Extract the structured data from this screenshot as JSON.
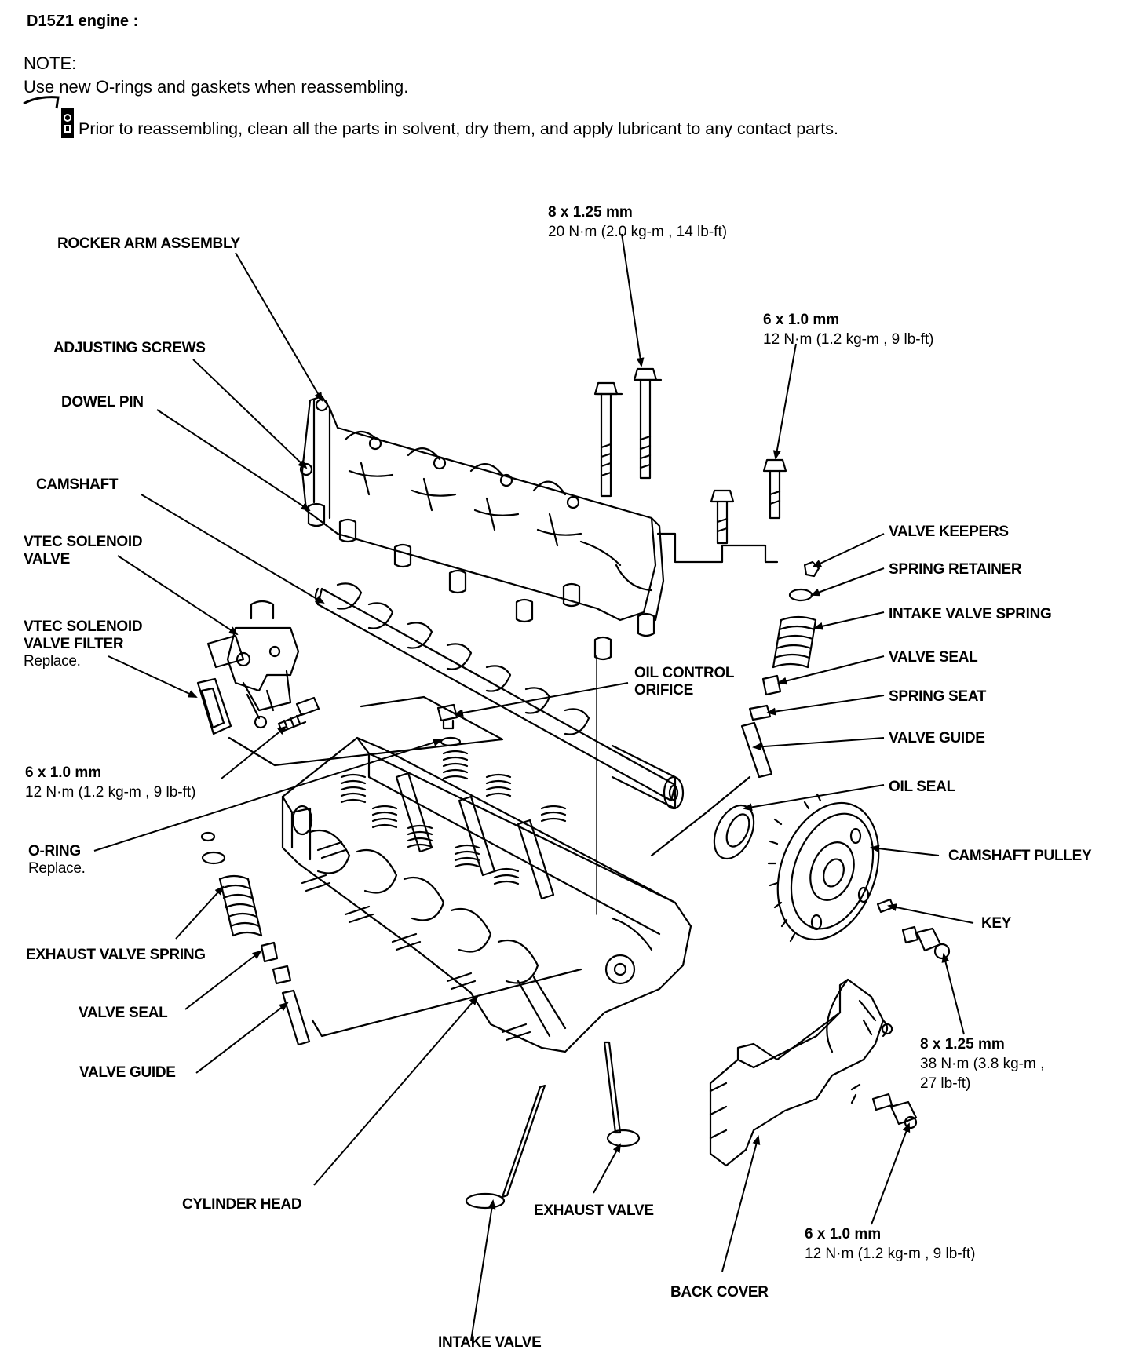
{
  "header": {
    "title": "D15Z1 engine :",
    "note_heading": "NOTE:",
    "note_line1": "Use new O-rings and gaskets when reassembling.",
    "note_line2": "Prior to reassembling, clean all the parts in solvent, dry them, and apply lubricant to any contact parts.",
    "oil_icon": "oil-can-icon"
  },
  "labels": {
    "rocker_arm_assembly": "ROCKER ARM ASSEMBLY",
    "adjusting_screws": "ADJUSTING SCREWS",
    "dowel_pin": "DOWEL PIN",
    "camshaft": "CAMSHAFT",
    "vtec_solenoid_valve_1": "VTEC SOLENOID",
    "vtec_solenoid_valve_2": "VALVE",
    "vtec_filter_1": "VTEC SOLENOID",
    "vtec_filter_2": "VALVE FILTER",
    "vtec_filter_note": "Replace.",
    "oil_control_orifice_1": "OIL CONTROL",
    "oil_control_orifice_2": "ORIFICE",
    "o_ring": "O-RING",
    "o_ring_note": "Replace.",
    "exhaust_valve_spring": "EXHAUST VALVE SPRING",
    "valve_seal_left": "VALVE SEAL",
    "valve_guide_left": "VALVE GUIDE",
    "cylinder_head": "CYLINDER HEAD",
    "intake_valve": "INTAKE VALVE",
    "exhaust_valve": "EXHAUST VALVE",
    "back_cover": "BACK COVER",
    "valve_keepers": "VALVE KEEPERS",
    "spring_retainer": "SPRING RETAINER",
    "intake_valve_spring": "INTAKE VALVE SPRING",
    "valve_seal_right": "VALVE SEAL",
    "spring_seat": "SPRING SEAT",
    "valve_guide_right": "VALVE GUIDE",
    "oil_seal": "OIL SEAL",
    "camshaft_pulley": "CAMSHAFT PULLEY",
    "key": "KEY"
  },
  "specs": {
    "top_bolt": {
      "size": "8 x 1.25 mm",
      "torque": "20  N·m (2.0  kg-m ,  14  lb-ft)"
    },
    "right_bolt": {
      "size": "6 x 1.0 mm",
      "torque": "12  N·m (1.2  kg-m , 9  lb-ft)"
    },
    "vtec_bolt": {
      "size": "6 x 1.0 mm",
      "torque": "12  N·m (1.2  kg-m , 9  lb-ft)"
    },
    "pulley_bolt": {
      "size": "8 x 1.25 mm",
      "torque1": "38  N·m  (3.8  kg-m ,",
      "torque2": "27  lb-ft)"
    },
    "cover_bolt": {
      "size": "6 x 1.0 mm",
      "torque": "12  N·m (1.2  kg-m , 9  lb-ft)"
    }
  }
}
